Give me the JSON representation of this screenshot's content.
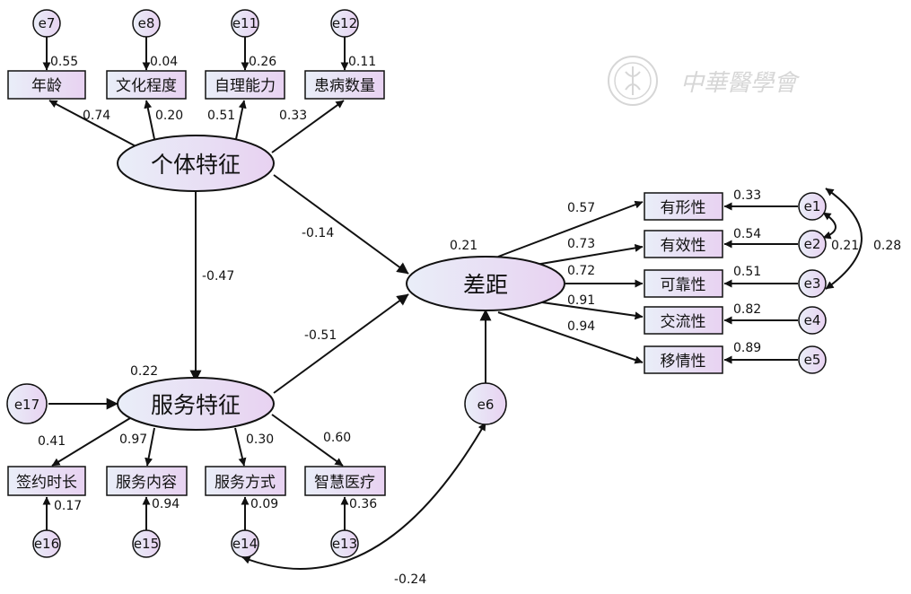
{
  "watermark": {
    "text": "中華醫學會",
    "icon": "seal-emblem-icon"
  },
  "colors": {
    "fill_start": "#e9eef8",
    "fill_end": "#e8d2f1",
    "stroke": "#111111",
    "watermark": "#d6d6d6"
  },
  "latents": {
    "individual": {
      "label": "个体特征"
    },
    "service": {
      "label": "服务特征",
      "r2": "0.22"
    },
    "gap": {
      "label": "差距",
      "r2": "0.21"
    }
  },
  "indicators": {
    "age": {
      "label": "年龄",
      "error": "e7",
      "r2": "0.55",
      "loading": "0.74"
    },
    "education": {
      "label": "文化程度",
      "error": "e8",
      "r2": "0.04",
      "loading": "0.20"
    },
    "selfcare": {
      "label": "自理能力",
      "error": "e11",
      "r2": "0.26",
      "loading": "0.51"
    },
    "disease_count": {
      "label": "患病数量",
      "error": "e12",
      "r2": "0.11",
      "loading": "0.33"
    },
    "contract_length": {
      "label": "签约时长",
      "error": "e16",
      "r2": "0.17",
      "loading": "0.41"
    },
    "service_content": {
      "label": "服务内容",
      "error": "e15",
      "r2": "0.94",
      "loading": "0.97"
    },
    "service_mode": {
      "label": "服务方式",
      "error": "e14",
      "r2": "0.09",
      "loading": "0.30"
    },
    "smart_medical": {
      "label": "智慧医疗",
      "error": "e13",
      "r2": "0.36",
      "loading": "0.60"
    },
    "tangibility": {
      "label": "有形性",
      "error": "e1",
      "r2": "0.33",
      "loading": "0.57"
    },
    "effectiveness": {
      "label": "有效性",
      "error": "e2",
      "r2": "0.54",
      "loading": "0.73"
    },
    "reliability": {
      "label": "可靠性",
      "error": "e3",
      "r2": "0.51",
      "loading": "0.72"
    },
    "communication": {
      "label": "交流性",
      "error": "e4",
      "r2": "0.82",
      "loading": "0.91"
    },
    "empathy": {
      "label": "移情性",
      "error": "e5",
      "r2": "0.89",
      "loading": "0.94"
    }
  },
  "disturbances": {
    "service": "e17",
    "gap": "e6"
  },
  "paths": {
    "individual_to_service": "-0.47",
    "individual_to_gap": "-0.14",
    "service_to_gap": "-0.51"
  },
  "covariances": {
    "e1_e2": "0.21",
    "e1_e3": "0.28",
    "e14_e6": "-0.24"
  }
}
